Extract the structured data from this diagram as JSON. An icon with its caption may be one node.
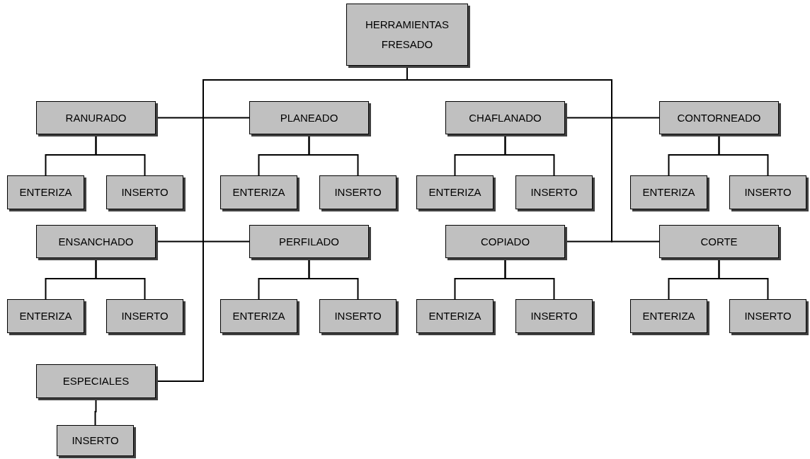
{
  "diagram": {
    "nodes": [
      {
        "text": [
          "HERRAMIENTAS FRESADO"
        ]
      },
      {
        "text": [
          "RANURADO"
        ]
      },
      {
        "text": [
          "PLANEADO"
        ]
      },
      {
        "text": [
          "CHAFLANADO"
        ]
      },
      {
        "text": [
          "CONTORNEADO"
        ]
      },
      {
        "text": [
          "ENTERIZA"
        ]
      },
      {
        "text": [
          "INSERTO"
        ]
      },
      {
        "text": [
          "ENTERIZA"
        ]
      },
      {
        "text": [
          "INSERTO"
        ]
      },
      {
        "text": [
          "ENTERIZA"
        ]
      },
      {
        "text": [
          "INSERTO"
        ]
      },
      {
        "text": [
          "ENTERIZA"
        ]
      },
      {
        "text": [
          "INSERTO"
        ]
      },
      {
        "text": [
          "ENSANCHADO"
        ]
      },
      {
        "text": [
          "PERFILADO"
        ]
      },
      {
        "text": [
          "COPIADO"
        ]
      },
      {
        "text": [
          "CORTE"
        ]
      },
      {
        "text": [
          "ENTERIZA"
        ]
      },
      {
        "text": [
          "INSERTO"
        ]
      },
      {
        "text": [
          "ENTERIZA"
        ]
      },
      {
        "text": [
          "INSERTO"
        ]
      },
      {
        "text": [
          "ENTERIZA"
        ]
      },
      {
        "text": [
          "INSERTO"
        ]
      },
      {
        "text": [
          "ENTERIZA"
        ]
      },
      {
        "text": [
          "INSERTO"
        ]
      },
      {
        "text": [
          "ESPECIALES"
        ]
      },
      {
        "text": [
          "INSERTO"
        ]
      }
    ],
    "edges": [
      {
        "from": 0,
        "to": 1,
        "arrow": "none"
      },
      {
        "from": 0,
        "to": 2,
        "arrow": "none"
      },
      {
        "from": 0,
        "to": 3,
        "arrow": "none"
      },
      {
        "from": 0,
        "to": 4,
        "arrow": "none"
      },
      {
        "from": 0,
        "to": 13,
        "arrow": "none"
      },
      {
        "from": 0,
        "to": 14,
        "arrow": "none"
      },
      {
        "from": 0,
        "to": 15,
        "arrow": "none"
      },
      {
        "from": 0,
        "to": 16,
        "arrow": "none"
      },
      {
        "from": 0,
        "to": 25,
        "arrow": "none"
      },
      {
        "from": 1,
        "to": 5,
        "arrow": "none"
      },
      {
        "from": 1,
        "to": 6,
        "arrow": "none"
      },
      {
        "from": 2,
        "to": 7,
        "arrow": "none"
      },
      {
        "from": 2,
        "to": 8,
        "arrow": "none"
      },
      {
        "from": 3,
        "to": 9,
        "arrow": "none"
      },
      {
        "from": 3,
        "to": 10,
        "arrow": "none"
      },
      {
        "from": 4,
        "to": 11,
        "arrow": "none"
      },
      {
        "from": 4,
        "to": 12,
        "arrow": "none"
      },
      {
        "from": 13,
        "to": 17,
        "arrow": "none"
      },
      {
        "from": 13,
        "to": 18,
        "arrow": "none"
      },
      {
        "from": 14,
        "to": 19,
        "arrow": "none"
      },
      {
        "from": 14,
        "to": 20,
        "arrow": "none"
      },
      {
        "from": 15,
        "to": 21,
        "arrow": "none"
      },
      {
        "from": 15,
        "to": 22,
        "arrow": "none"
      },
      {
        "from": 16,
        "to": 23,
        "arrow": "none"
      },
      {
        "from": 16,
        "to": 24,
        "arrow": "none"
      },
      {
        "from": 25,
        "to": 26,
        "arrow": "none"
      }
    ]
  }
}
